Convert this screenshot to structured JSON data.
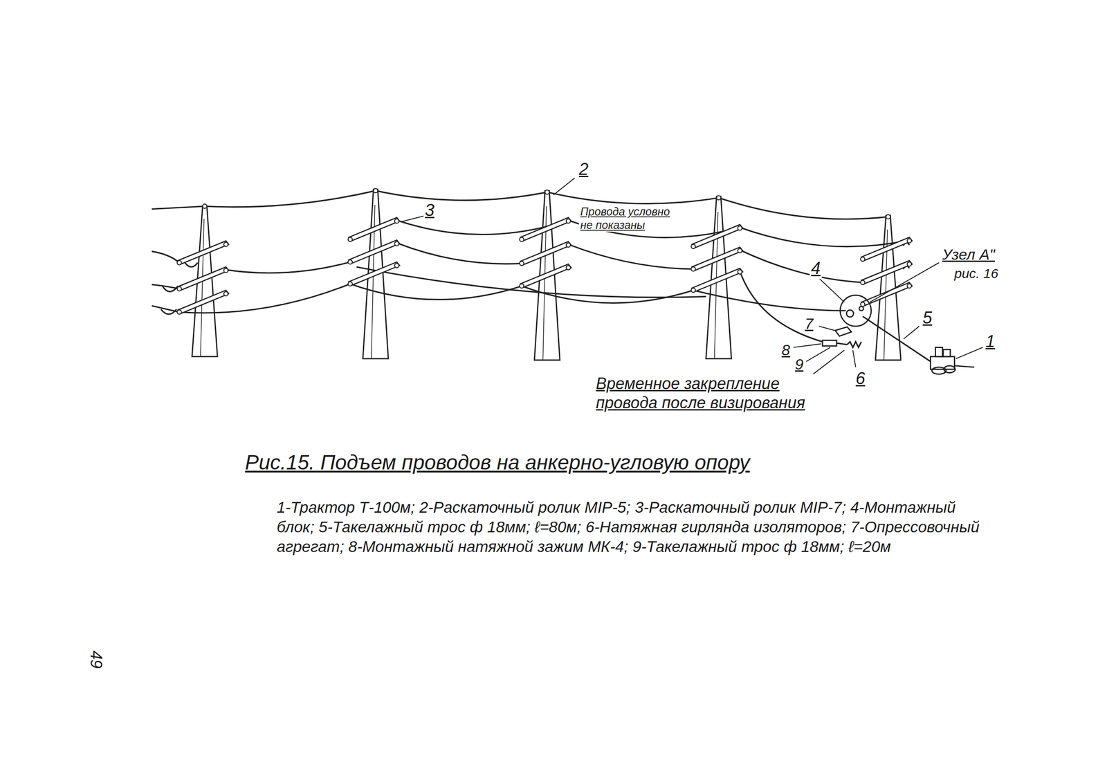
{
  "diagram": {
    "caption": "Рис.15. Подъем проводов на анкерно-угловую опору",
    "labels": [
      "2",
      "3",
      "Провода условно не показаны",
      "Узел А\"",
      "рис. 16",
      "4",
      "5",
      "1",
      "7",
      "8",
      "9",
      "6",
      "Временное закрепление провода после визирования",
      "1-Трактор Т-100м; 2-Раскаточный ролик МIР-5; 3-Раскаточный ролик МIР-7; 4-Монтажный блок; 5-Такелажный трос ф 18мм; ℓ=80м; 6-Натяжная гирлянда изоляторов; 7-Опрессовочный агрегат; 8-Монтажный натяжной зажим МК-4; 9-Такелажный трос ф 18мм; ℓ=20м",
      "49"
    ]
  }
}
